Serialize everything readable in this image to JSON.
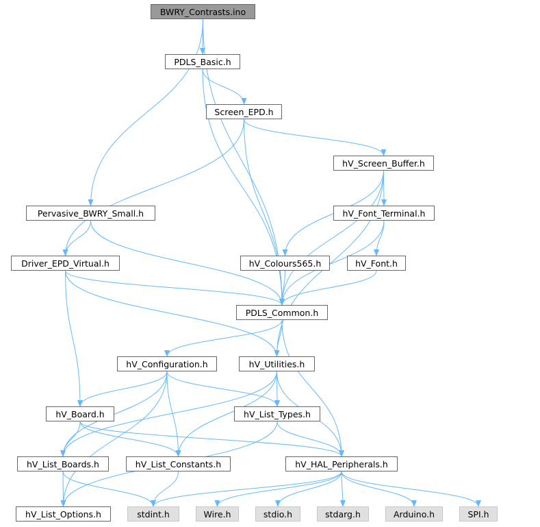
{
  "diagram": {
    "colors": {
      "edge": "#63b8ff",
      "node_border": "#666666",
      "root_fill": "#999999",
      "system_fill": "#e0e0e0",
      "system_border": "#c8c8c8"
    },
    "nodes": {
      "bwry_contrasts": {
        "label": "BWRY_Contrasts.ino",
        "kind": "root"
      },
      "pdls_basic": {
        "label": "PDLS_Basic.h",
        "kind": "file"
      },
      "screen_epd": {
        "label": "Screen_EPD.h",
        "kind": "file"
      },
      "hv_screen_buffer": {
        "label": "hV_Screen_Buffer.h",
        "kind": "file"
      },
      "pervasive_bwry_small": {
        "label": "Pervasive_BWRY_Small.h",
        "kind": "file"
      },
      "hv_font_terminal": {
        "label": "hV_Font_Terminal.h",
        "kind": "file"
      },
      "driver_epd_virtual": {
        "label": "Driver_EPD_Virtual.h",
        "kind": "file"
      },
      "hv_colours565": {
        "label": "hV_Colours565.h",
        "kind": "file"
      },
      "hv_font": {
        "label": "hV_Font.h",
        "kind": "file"
      },
      "pdls_common": {
        "label": "PDLS_Common.h",
        "kind": "file"
      },
      "hv_configuration": {
        "label": "hV_Configuration.h",
        "kind": "file"
      },
      "hv_utilities": {
        "label": "hV_Utilities.h",
        "kind": "file"
      },
      "hv_board": {
        "label": "hV_Board.h",
        "kind": "file"
      },
      "hv_list_types": {
        "label": "hV_List_Types.h",
        "kind": "file"
      },
      "hv_list_boards": {
        "label": "hV_List_Boards.h",
        "kind": "file"
      },
      "hv_list_constants": {
        "label": "hV_List_Constants.h",
        "kind": "file"
      },
      "hv_hal_peripherals": {
        "label": "hV_HAL_Peripherals.h",
        "kind": "file"
      },
      "hv_list_options": {
        "label": "hV_List_Options.h",
        "kind": "file"
      },
      "stdint": {
        "label": "stdint.h",
        "kind": "system"
      },
      "wire": {
        "label": "Wire.h",
        "kind": "system"
      },
      "stdio": {
        "label": "stdio.h",
        "kind": "system"
      },
      "stdarg": {
        "label": "stdarg.h",
        "kind": "system"
      },
      "arduino": {
        "label": "Arduino.h",
        "kind": "system"
      },
      "spi": {
        "label": "SPI.h",
        "kind": "system"
      }
    },
    "edges": [
      [
        "bwry_contrasts",
        "pdls_basic"
      ],
      [
        "bwry_contrasts",
        "pervasive_bwry_small"
      ],
      [
        "bwry_contrasts",
        "pdls_common"
      ],
      [
        "pdls_basic",
        "screen_epd"
      ],
      [
        "pdls_basic",
        "pdls_common"
      ],
      [
        "screen_epd",
        "hv_screen_buffer"
      ],
      [
        "screen_epd",
        "driver_epd_virtual"
      ],
      [
        "screen_epd",
        "pdls_common"
      ],
      [
        "hv_screen_buffer",
        "hv_font_terminal"
      ],
      [
        "hv_screen_buffer",
        "hv_colours565"
      ],
      [
        "hv_screen_buffer",
        "pdls_common"
      ],
      [
        "hv_screen_buffer",
        "hv_utilities"
      ],
      [
        "pervasive_bwry_small",
        "driver_epd_virtual"
      ],
      [
        "pervasive_bwry_small",
        "pdls_common"
      ],
      [
        "hv_font_terminal",
        "hv_font"
      ],
      [
        "hv_font_terminal",
        "pdls_common"
      ],
      [
        "driver_epd_virtual",
        "pdls_common"
      ],
      [
        "driver_epd_virtual",
        "hv_utilities"
      ],
      [
        "driver_epd_virtual",
        "hv_board"
      ],
      [
        "hv_colours565",
        "pdls_common"
      ],
      [
        "hv_font",
        "pdls_common"
      ],
      [
        "pdls_common",
        "hv_configuration"
      ],
      [
        "pdls_common",
        "hv_utilities"
      ],
      [
        "pdls_common",
        "hv_hal_peripherals"
      ],
      [
        "hv_configuration",
        "hv_board"
      ],
      [
        "hv_configuration",
        "hv_list_types"
      ],
      [
        "hv_configuration",
        "hv_list_constants"
      ],
      [
        "hv_configuration",
        "hv_list_boards"
      ],
      [
        "hv_configuration",
        "hv_list_options"
      ],
      [
        "hv_utilities",
        "hv_list_types"
      ],
      [
        "hv_utilities",
        "hv_list_boards"
      ],
      [
        "hv_utilities",
        "hv_list_constants"
      ],
      [
        "hv_utilities",
        "hv_hal_peripherals"
      ],
      [
        "hv_board",
        "hv_list_boards"
      ],
      [
        "hv_board",
        "hv_list_constants"
      ],
      [
        "hv_board",
        "hv_hal_peripherals"
      ],
      [
        "hv_list_types",
        "hv_hal_peripherals"
      ],
      [
        "hv_list_types",
        "hv_list_options"
      ],
      [
        "hv_list_boards",
        "hv_list_options"
      ],
      [
        "hv_list_boards",
        "stdint"
      ],
      [
        "hv_list_constants",
        "stdint"
      ],
      [
        "hv_hal_peripherals",
        "stdint"
      ],
      [
        "hv_hal_peripherals",
        "wire"
      ],
      [
        "hv_hal_peripherals",
        "stdio"
      ],
      [
        "hv_hal_peripherals",
        "stdarg"
      ],
      [
        "hv_hal_peripherals",
        "arduino"
      ],
      [
        "hv_hal_peripherals",
        "spi"
      ]
    ]
  }
}
